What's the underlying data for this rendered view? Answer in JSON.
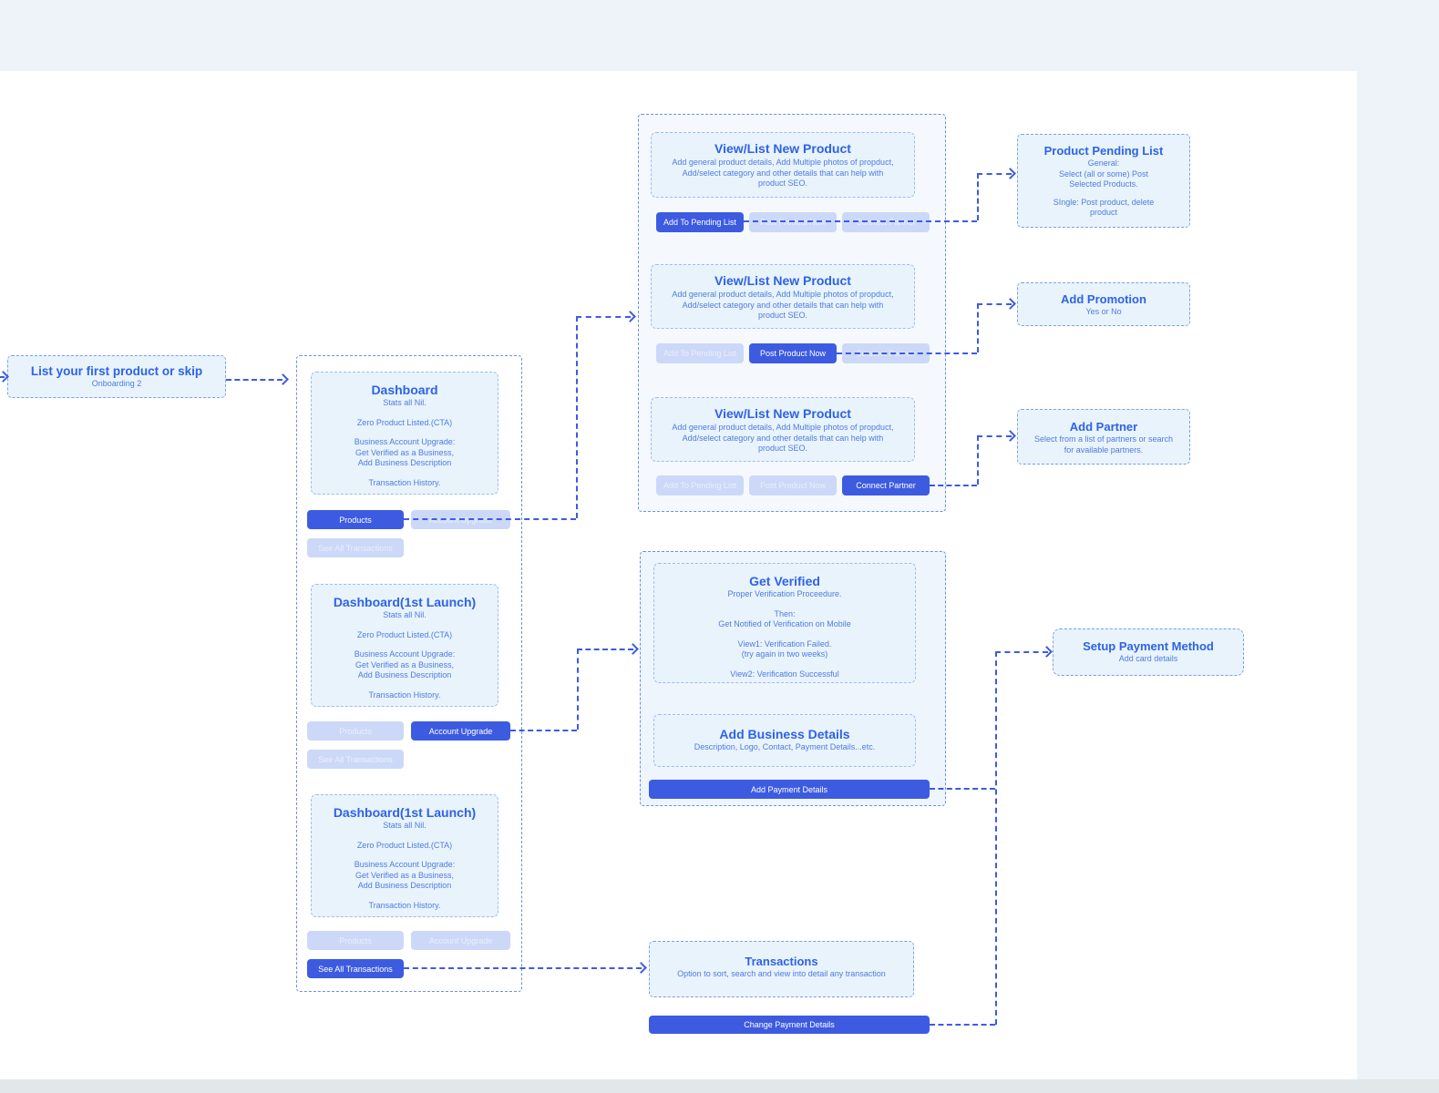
{
  "colors": {
    "accent": "#3d5be1",
    "title_blue": "#2d63e6",
    "body_blue": "#4d7ce0",
    "card_fill": "#e9f3fc",
    "canvas_bg": "#edf3f8"
  },
  "onboarding": {
    "title": "List your first product or skip",
    "subtitle": "Onboarding 2"
  },
  "buttons": {
    "products": "Products",
    "account_upgrade": "Account Upgrade",
    "see_all_transactions": "See All Transactions",
    "add_to_pending_list": "Add To Pending List",
    "post_product_now": "Post Product Now",
    "connect_partner": "Connect Partner",
    "add_payment_details": "Add Payment Details",
    "change_payment_details": "Change Payment Details"
  },
  "dashboards": [
    {
      "title": "Dashboard",
      "subtitle": "Stats all Nil.",
      "line1": "Zero Product Listed.(CTA)",
      "line2": "Business Account Upgrade:",
      "line3": "Get Verified as a Business,",
      "line4": "Add Business Description",
      "line5": "Transaction History."
    },
    {
      "title": "Dashboard(1st Launch)",
      "subtitle": "Stats all Nil.",
      "line1": "Zero Product Listed.(CTA)",
      "line2": "Business Account Upgrade:",
      "line3": "Get Verified as a Business,",
      "line4": "Add Business Description",
      "line5": "Transaction History."
    },
    {
      "title": "Dashboard(1st Launch)",
      "subtitle": "Stats all Nil.",
      "line1": "Zero Product Listed.(CTA)",
      "line2": "Business Account Upgrade:",
      "line3": "Get Verified as a Business,",
      "line4": "Add Business Description",
      "line5": "Transaction History."
    }
  ],
  "product_cards": [
    {
      "title": "View/List New Product",
      "body": "Add general product details, Add Multiple photos of propduct, Add/select category and other details that can help with product SEO."
    },
    {
      "title": "View/List New Product",
      "body": "Add general product details, Add Multiple photos of propduct, Add/select category and other details that can help with product SEO."
    },
    {
      "title": "View/List New Product",
      "body": "Add general product details, Add Multiple photos of propduct, Add/select category and other details that can help with product SEO."
    }
  ],
  "pending_list": {
    "title": "Product Pending List",
    "line1": "General:",
    "line2": "Select (all or some) Post Selected Products.",
    "line3": "SIngle: Post product, delete product"
  },
  "add_promotion": {
    "title": "Add Promotion",
    "subtitle": "Yes or No"
  },
  "add_partner": {
    "title": "Add Partner",
    "body": "Select from a list of partners or search for available partners."
  },
  "get_verified": {
    "title": "Get Verified",
    "subtitle": "Proper Verification Proceedure.",
    "line1": "Then:",
    "line2": "Get Notified of Verification on Mobile",
    "line3": "View1: Verification Failed.",
    "line4": "(try again in two weeks)",
    "line5": "View2: Verification Successful"
  },
  "add_business": {
    "title": "Add Business Details",
    "subtitle": "Description, Logo, Contact, Payment Details...etc."
  },
  "setup_payment": {
    "title": "Setup Payment Method",
    "subtitle": "Add card details"
  },
  "transactions": {
    "title": "Transactions",
    "subtitle": "Option to sort, search and view into detail any transaction"
  }
}
